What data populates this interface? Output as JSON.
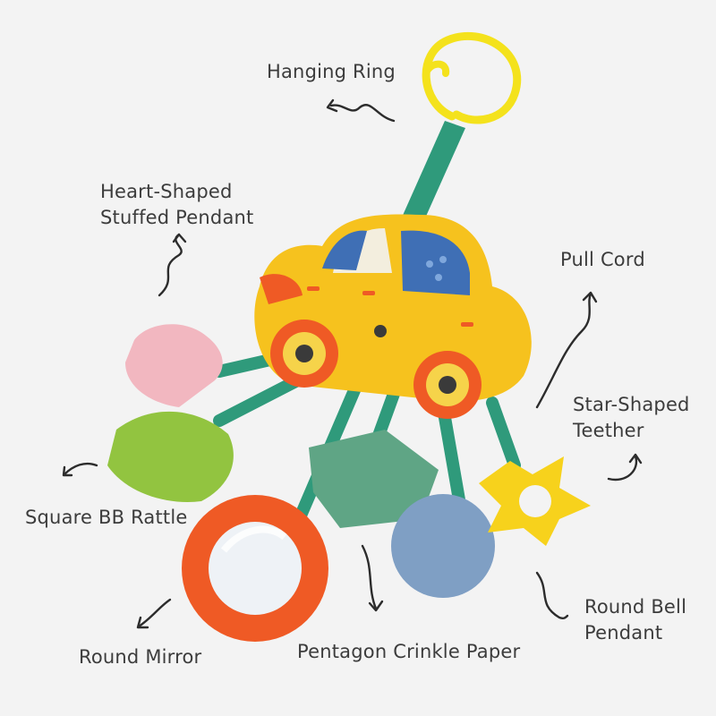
{
  "labels": {
    "hanging_ring": "Hanging Ring",
    "heart_pendant": [
      "Heart-Shaped",
      "Stuffed Pendant"
    ],
    "pull_cord": "Pull Cord",
    "star_teether": [
      "Star-Shaped",
      "Teether"
    ],
    "square_rattle": "Square BB Rattle",
    "round_mirror": "Round Mirror",
    "crinkle_paper": "Pentagon Crinkle Paper",
    "bell_pendant": [
      "Round Bell",
      "Pendant"
    ]
  },
  "colors": {
    "background": "#f3f3f3",
    "car_yellow": "#f6c21e",
    "ribbon_teal": "#2f9a7b",
    "mirror_orange": "#ef5a25",
    "heart_pink": "#f2b7c0",
    "rattle_green": "#92c440",
    "crinkle_green": "#5fa585",
    "bell_blue": "#7f9fc4",
    "teether_yellow": "#f7d21c",
    "ring_yellow": "#f4e21c",
    "text": "#3c3c3c"
  }
}
